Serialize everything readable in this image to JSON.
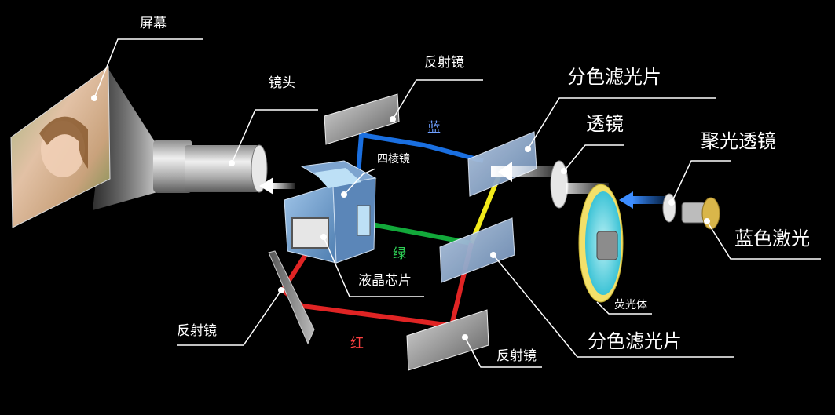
{
  "labels": {
    "screen": "屏幕",
    "lens": "镜头",
    "mirror_top": "反射镜",
    "dichroic_top": "分色滤光片",
    "lens_small": "透镜",
    "condenser_lens": "聚光透镜",
    "blue_laser": "蓝色激光",
    "prism": "四棱镜",
    "lcd_chip": "液晶芯片",
    "phosphor": "荧光体",
    "mirror_left": "反射镜",
    "mirror_bottom": "反射镜",
    "dichroic_bottom": "分色滤光片"
  },
  "beams": {
    "blue": "蓝",
    "green": "绿",
    "red": "红"
  },
  "colors": {
    "background": "#000000",
    "blue_beam": "#1a6fe0",
    "green_beam": "#12a83a",
    "red_beam": "#e02424",
    "yellow_beam": "#f2ea1a",
    "label_line": "#ffffff"
  }
}
